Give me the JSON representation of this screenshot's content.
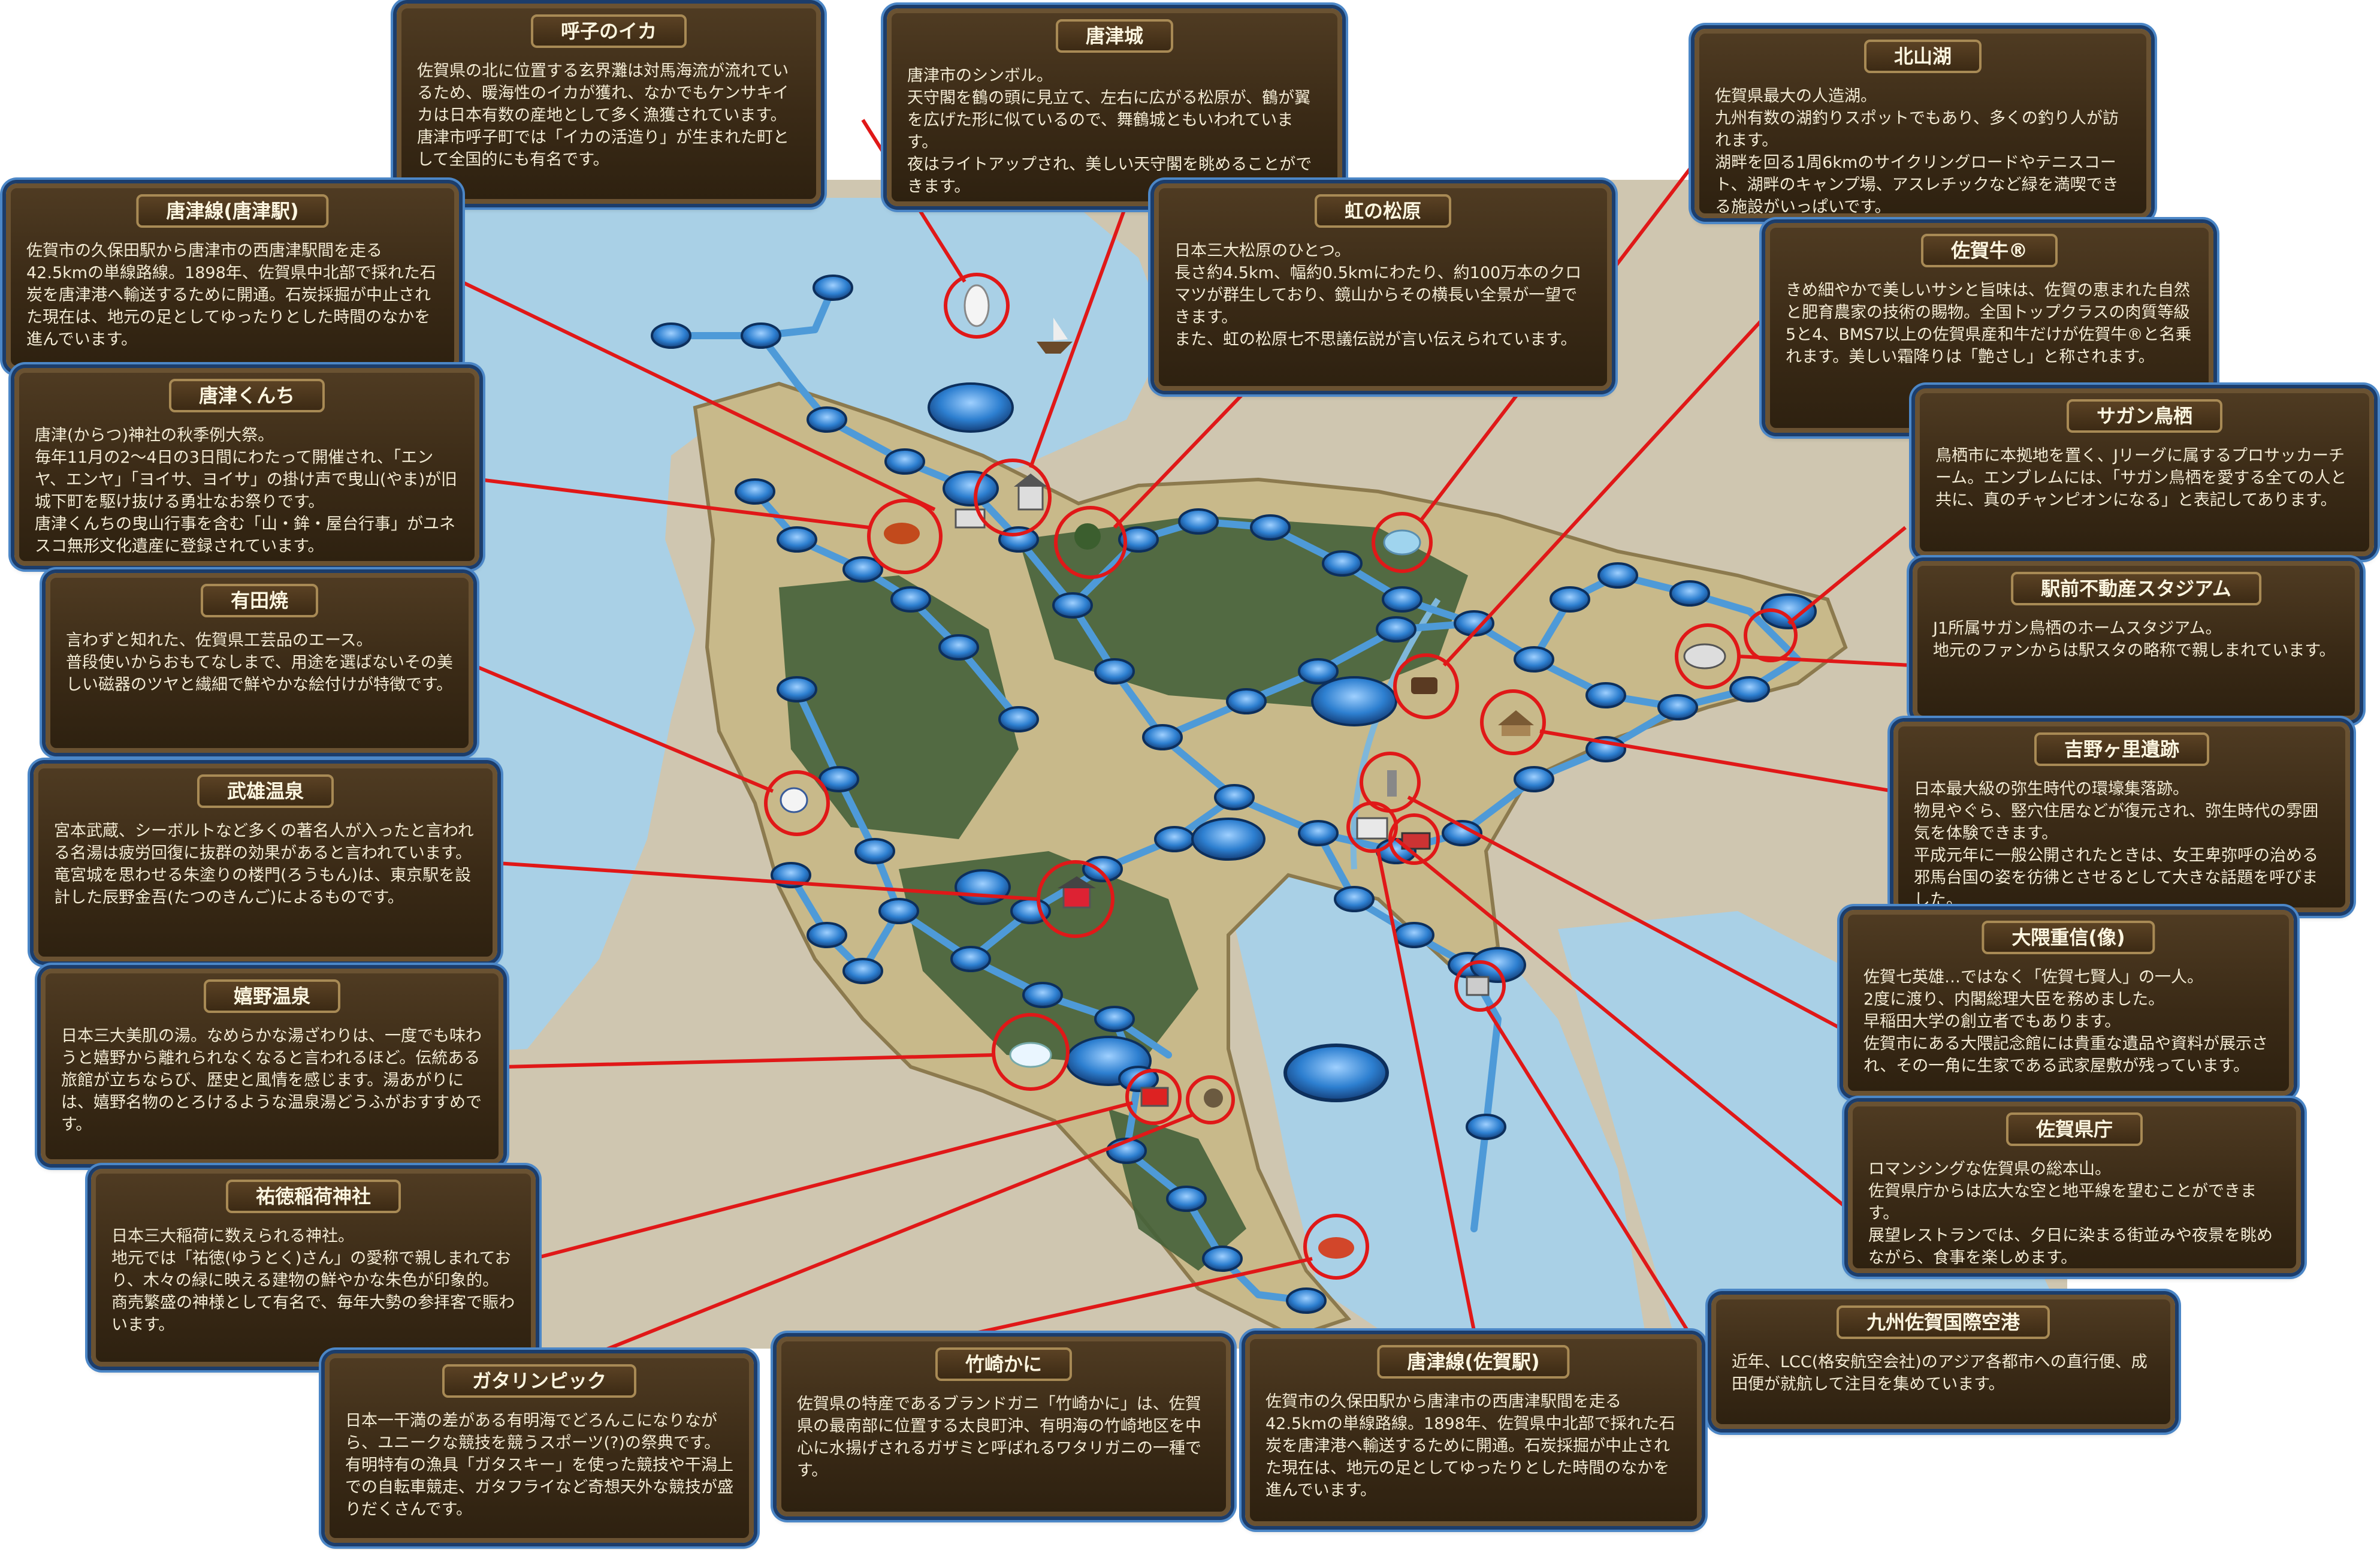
{
  "colors": {
    "sea": "#a9d0e6",
    "land": "#c8b98a",
    "forest": "#45623a",
    "route": "#4e9ad8",
    "node": "#2d7fd0",
    "highlight": "#e01818",
    "card": "#3c2b17",
    "card_border": "#6a5232"
  },
  "icons": [
    "squid-icon",
    "ship-icon",
    "castle-icon",
    "pine-forest-icon",
    "lake-icon",
    "cow-icon",
    "stadium-icon",
    "ruins-icon",
    "statue-icon",
    "building-icon",
    "pottery-icon",
    "gate-icon",
    "onsen-icon",
    "shrine-icon",
    "crab-icon",
    "mudflat-sport-icon",
    "train-icon",
    "airport-icon"
  ],
  "cards": [
    {
      "id": "yobuko-ika",
      "title": "呼子のイカ",
      "body": "佐賀県の北に位置する玄界灘は対馬海流が流れているため、暖海性のイカが獲れ、なかでもケンサキイカは日本有数の産地として多く漁獲されています。\n唐津市呼子町では「イカの活造り」が生まれた町として全国的にも有名です。"
    },
    {
      "id": "karatsu-castle",
      "title": "唐津城",
      "body": "唐津市のシンボル。\n天守閣を鶴の頭に見立て、左右に広がる松原が、鶴が翼を広げた形に似ているので、舞鶴城ともいわれています。\n夜はライトアップされ、美しい天守閣を眺めることができます。"
    },
    {
      "id": "hokuzan-lake",
      "title": "北山湖",
      "body": "佐賀県最大の人造湖。\n九州有数の湖釣りスポットでもあり、多くの釣り人が訪れます。\n湖畔を回る1周6kmのサイクリングロードやテニスコート、湖畔のキャンプ場、アスレチックなど緑を満喫できる施設がいっぱいです。"
    },
    {
      "id": "karatsu-line-north",
      "title": "唐津線(唐津駅)",
      "body": "佐賀市の久保田駅から唐津市の西唐津駅間を走る42.5kmの単線路線。1898年、佐賀県中北部で採れた石炭を唐津港へ輸送するために開通。石炭採掘が中止された現在は、地元の足としてゆったりとした時間のなかを進んでいます。"
    },
    {
      "id": "niji-matsubara",
      "title": "虹の松原",
      "body": "日本三大松原のひとつ。\n長さ約4.5km、幅約0.5kmにわたり、約100万本のクロマツが群生しており、鏡山からその横長い全景が一望できます。\nまた、虹の松原七不思議伝説が言い伝えられています。"
    },
    {
      "id": "saga-beef",
      "title": "佐賀牛®",
      "body": "きめ細やかで美しいサシと旨味は、佐賀の恵まれた自然と肥育農家の技術の賜物。全国トップクラスの肉質等級5と4、BMS7以上の佐賀県産和牛だけが佐賀牛®と名乗れます。美しい霜降りは「艶さし」と称されます。"
    },
    {
      "id": "karatsu-kunchi",
      "title": "唐津くんち",
      "body": "唐津(からつ)神社の秋季例大祭。\n毎年11月の2～4日の3日間にわたって開催され、「エンヤ、エンヤ」「ヨイサ、ヨイサ」の掛け声で曳山(やま)が旧城下町を駆け抜ける勇壮なお祭りです。\n唐津くんちの曳山行事を含む「山・鉾・屋台行事」がユネスコ無形文化遺産に登録されています。"
    },
    {
      "id": "sagan-tosu",
      "title": "サガン鳥栖",
      "body": "鳥栖市に本拠地を置く、Jリーグに属するプロサッカーチーム。エンブレムには、「サガン鳥栖を愛する全ての人と共に、真のチャンピオンになる」と表記してあります。"
    },
    {
      "id": "arita-yaki",
      "title": "有田焼",
      "body": "言わずと知れた、佐賀県工芸品のエース。\n普段使いからおもてなしまで、用途を選ばないその美しい磁器のツヤと繊細で鮮やかな絵付けが特徴です。"
    },
    {
      "id": "ekimae-stadium",
      "title": "駅前不動産スタジアム",
      "body": "J1所属サガン鳥栖のホームスタジアム。\n地元のファンからは駅スタの略称で親しまれています。"
    },
    {
      "id": "takeo-onsen",
      "title": "武雄温泉",
      "body": "宮本武蔵、シーボルトなど多くの著名人が入ったと言われる名湯は疲労回復に抜群の効果があると言われています。\n竜宮城を思わせる朱塗りの楼門(ろうもん)は、東京駅を設計した辰野金吾(たつのきんご)によるものです。"
    },
    {
      "id": "yoshinogari",
      "title": "吉野ヶ里遺跡",
      "body": "日本最大級の弥生時代の環壕集落跡。\n物見やぐら、竪穴住居などが復元され、弥生時代の雰囲気を体験できます。\n平成元年に一般公開されたときは、女王卑弥呼の治める邪馬台国の姿を彷彿とさせるとして大きな話題を呼びました。"
    },
    {
      "id": "okuma-shigenobu",
      "title": "大隈重信(像)",
      "body": "佐賀七英雄…ではなく「佐賀七賢人」の一人。\n2度に渡り、内閣総理大臣を務めました。\n早稲田大学の創立者でもあります。\n佐賀市にある大隈記念館には貴重な遺品や資料が展示され、その一角に生家である武家屋敷が残っています。"
    },
    {
      "id": "ureshino-onsen",
      "title": "嬉野温泉",
      "body": "日本三大美肌の湯。なめらかな湯ざわりは、一度でも味わうと嬉野から離れられなくなると言われるほど。伝統ある旅館が立ちならび、歴史と風情を感じます。湯あがりには、嬉野名物のとろけるような温泉湯どうふがおすすめです。"
    },
    {
      "id": "saga-pref-office",
      "title": "佐賀県庁",
      "body": "ロマンシングな佐賀県の総本山。\n佐賀県庁からは広大な空と地平線を望むことができます。\n展望レストランでは、夕日に染まる街並みや夜景を眺めながら、食事を楽しめます。"
    },
    {
      "id": "yutoku-inari",
      "title": "祐徳稲荷神社",
      "body": "日本三大稲荷に数えられる神社。\n地元では「祐徳(ゆうとく)さん」の愛称で親しまれており、木々の緑に映える建物の鮮やかな朱色が印象的。\n商売繁盛の神様として有名で、毎年大勢の参拝客で賑わいます。"
    },
    {
      "id": "saga-airport",
      "title": "九州佐賀国際空港",
      "body": "近年、LCC(格安航空会社)のアジア各都市への直行便、成田便が就航して注目を集めています。"
    },
    {
      "id": "gatalympic",
      "title": "ガタリンピック",
      "body": "日本一干満の差がある有明海でどろんこになりながら、ユニークな競技を競うスポーツ(?)の祭典です。有明特有の漁具「ガタスキー」を使った競技や干潟上での自転車競走、ガタフライなど奇想天外な競技が盛りだくさんです。"
    },
    {
      "id": "takezaki-kani",
      "title": "竹崎かに",
      "body": "佐賀県の特産であるブランドガニ「竹崎かに」は、佐賀県の最南部に位置する太良町沖、有明海の竹崎地区を中心に水揚げされるガザミと呼ばれるワタリガニの一種です。"
    },
    {
      "id": "karatsu-line-saga",
      "title": "唐津線(佐賀駅)",
      "body": "佐賀市の久保田駅から唐津市の西唐津駅間を走る42.5kmの単線路線。1898年、佐賀県中北部で採れた石炭を唐津港へ輸送するために開通。石炭採掘が中止された現在は、地元の足としてゆったりとした時間のなかを進んでいます。"
    }
  ]
}
